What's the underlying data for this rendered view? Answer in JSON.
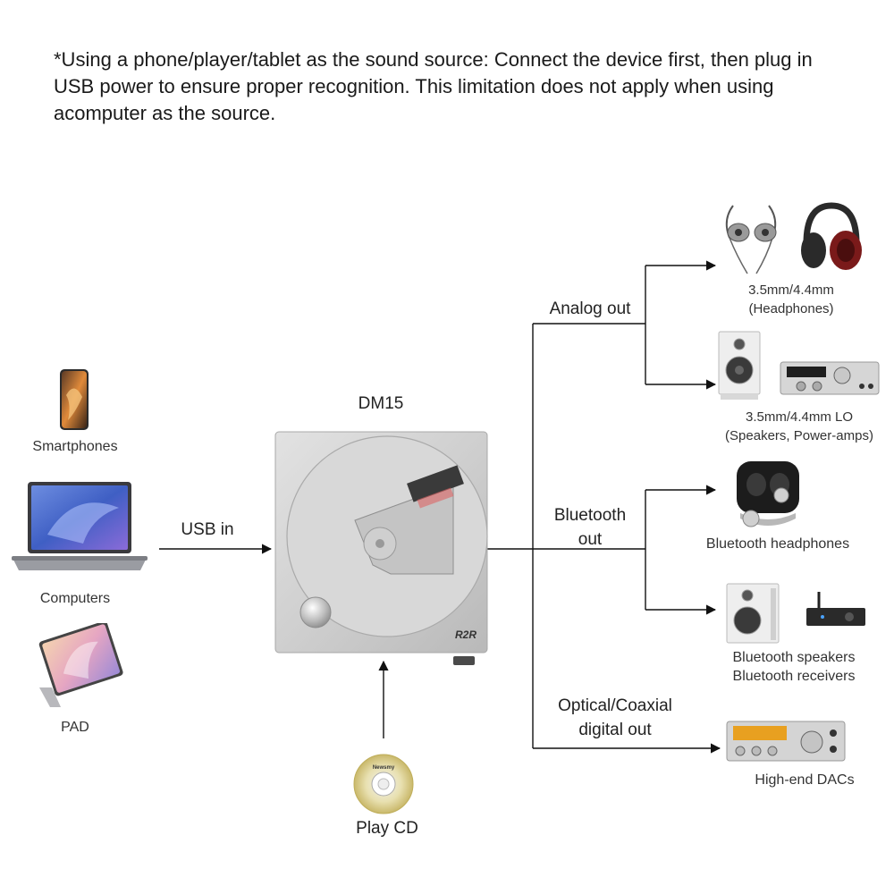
{
  "note": "*Using a phone/player/tablet as the sound source: Connect the device first, then plug in USB power to ensure proper recognition. This limitation does not apply when using acomputer as the source.",
  "product": {
    "name": "DM15",
    "brand_mark": "R2R"
  },
  "sources": [
    {
      "label": "Smartphones",
      "icon": "smartphone-icon"
    },
    {
      "label": "Computers",
      "icon": "laptop-icon"
    },
    {
      "label": "PAD",
      "icon": "tablet-icon"
    }
  ],
  "input_label": "USB in",
  "cd": {
    "label": "Play CD",
    "disc_brand": "Newsmy"
  },
  "outputs": {
    "analog": {
      "label": "Analog out"
    },
    "bluetooth": {
      "line1": "Bluetooth",
      "line2": "out"
    },
    "digital": {
      "line1": "Optical/Coaxial",
      "line2": "digital out"
    }
  },
  "targets": {
    "headphones": {
      "line1": "3.5mm/4.4mm",
      "line2": "(Headphones)"
    },
    "lineout": {
      "line1": "3.5mm/4.4mm LO",
      "line2": "(Speakers, Power-amps)"
    },
    "bt_headphones": {
      "label": "Bluetooth headphones"
    },
    "bt_speakers": {
      "line1": "Bluetooth speakers",
      "line2": "Bluetooth receivers"
    },
    "dacs": {
      "label": "High-end DACs"
    }
  },
  "colors": {
    "line": "#111111",
    "silver": "#c8c8c8",
    "dark": "#2a2a2a"
  }
}
